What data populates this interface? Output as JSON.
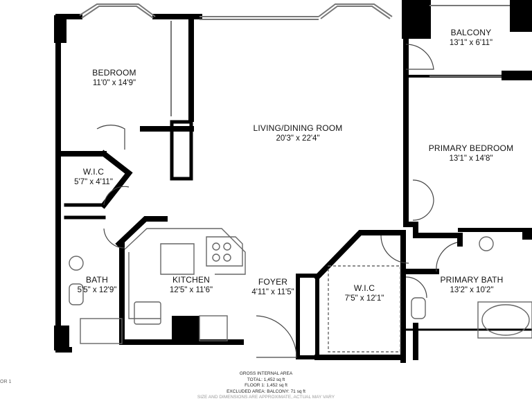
{
  "rooms": {
    "bedroom": {
      "name": "BEDROOM",
      "dims": "11'0\" x 14'9\""
    },
    "balcony": {
      "name": "BALCONY",
      "dims": "13'1\" x 6'11\""
    },
    "living": {
      "name": "LIVING/DINING ROOM",
      "dims": "20'3\" x 22'4\""
    },
    "primary_bedroom": {
      "name": "PRIMARY BEDROOM",
      "dims": "13'1\" x 14'8\""
    },
    "wic_small": {
      "name": "W.I.C",
      "dims": "5'7\" x 4'11\""
    },
    "bath": {
      "name": "BATH",
      "dims": "5'5\" x 12'9\""
    },
    "kitchen": {
      "name": "KITCHEN",
      "dims": "12'5\" x 11'6\""
    },
    "foyer": {
      "name": "FOYER",
      "dims": "4'11\" x 11'5\""
    },
    "wic_primary": {
      "name": "W.I.C",
      "dims": "7'5\" x 12'1\""
    },
    "primary_bath": {
      "name": "PRIMARY BATH",
      "dims": "13'2\" x 10'2\""
    }
  },
  "footer": {
    "line1": "GROSS INTERNAL AREA",
    "line2": "TOTAL: 1,452 sq ft",
    "line3": "FLOOR 1: 1,452 sq ft",
    "line4": "EXCLUDED AREA: BALCONY: 71 sq ft",
    "line5": "SIZE AND DIMENSIONS ARE APPROXIMATE, ACTUAL MAY VARY"
  },
  "floor_tag": "OR 1",
  "colors": {
    "wall": "#000000",
    "fixture": "#555555",
    "background": "#ffffff"
  }
}
